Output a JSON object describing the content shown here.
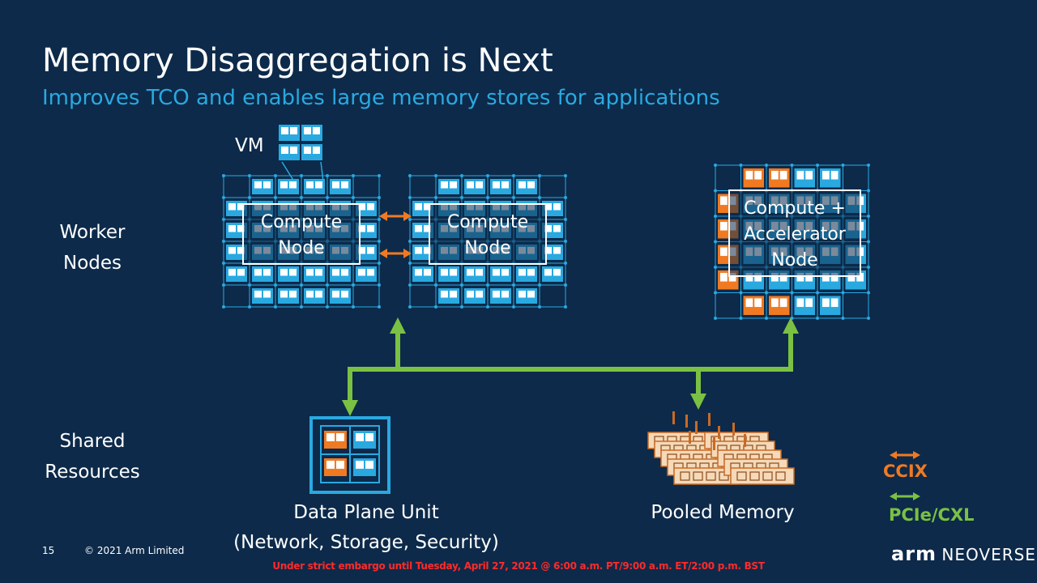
{
  "title": "Memory Disaggregation is Next",
  "subtitle": "Improves TCO and enables large memory stores for applications",
  "row_labels": {
    "worker": [
      "Worker",
      "Nodes"
    ],
    "shared": [
      "Shared",
      "Resources"
    ]
  },
  "vm_label": "VM",
  "nodes": [
    {
      "label": [
        "Compute",
        "Node"
      ]
    },
    {
      "label": [
        "Compute",
        "Node"
      ]
    },
    {
      "label": [
        "Compute +",
        "Accelerator",
        "Node"
      ]
    }
  ],
  "shared": {
    "dpu": [
      "Data Plane Unit",
      "(Network, Storage, Security)"
    ],
    "memory": "Pooled Memory"
  },
  "legend": {
    "ccix": "CCIX",
    "pcie": "PCIe/CXL"
  },
  "colors": {
    "background": "#0d2a4a",
    "cyan": "#29a9e0",
    "orange": "#f07a22",
    "green": "#7ac143",
    "embargo": "#ff2a2a"
  },
  "footer": {
    "page": "15",
    "copyright": "© 2021 Arm Limited",
    "embargo": "Under strict embargo until Tuesday, April 27, 2021 @ 6:00 a.m. PT/9:00 a.m. ET/2:00 p.m. BST",
    "brand_arm": "arm",
    "brand_neoverse": "NEOVERSE"
  }
}
